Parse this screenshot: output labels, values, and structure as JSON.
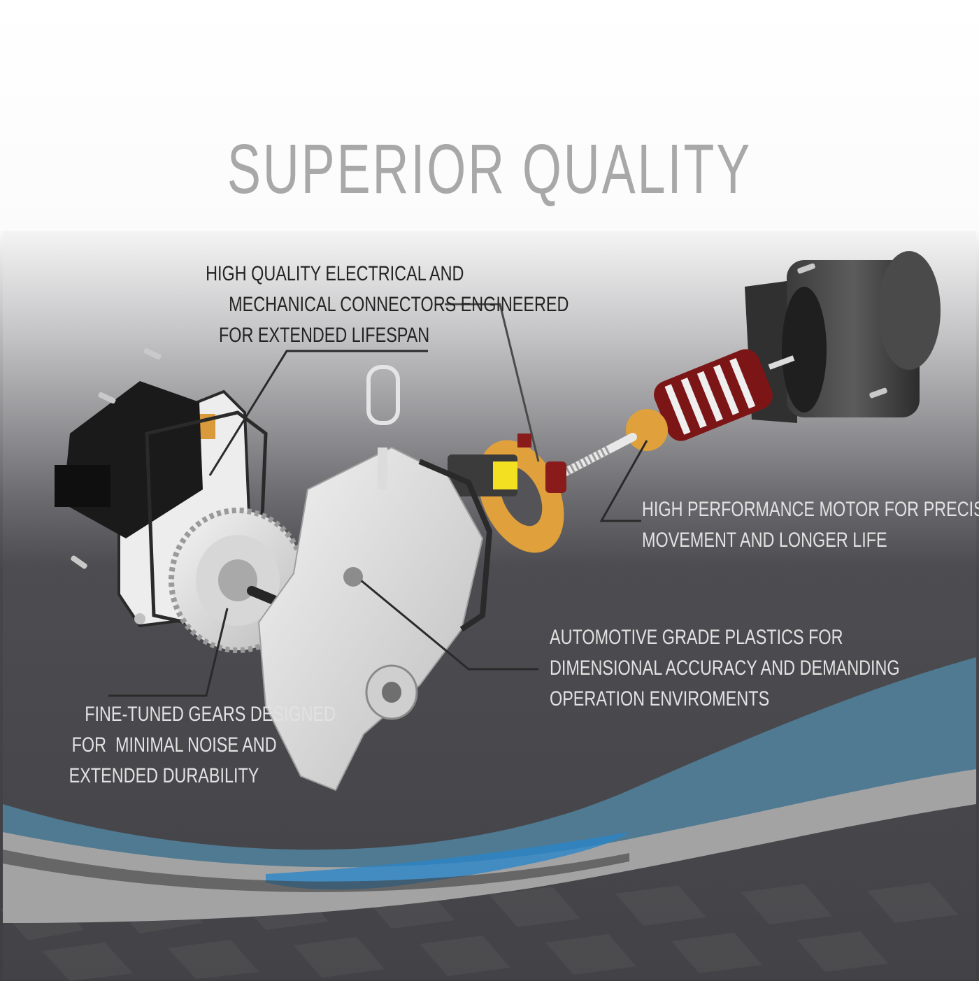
{
  "title": "SUPERIOR QUALITY",
  "callouts": {
    "connectors": [
      "HIGH QUALITY ELECTRICAL AND",
      "MECHANICAL CONNECTORS ENGINEERED",
      "FOR EXTENDED LIFESPAN"
    ],
    "motor": [
      "HIGH PERFORMANCE MOTOR FOR PRECISE",
      "MOVEMENT AND LONGER LIFE"
    ],
    "plastics": [
      "AUTOMOTIVE GRADE PLASTICS FOR",
      "DIMENSIONAL ACCURACY AND DEMANDING",
      "OPERATION ENVIROMENTS"
    ],
    "gears": [
      "FINE-TUNED GEARS DESIGNED",
      "FOR  MINIMAL NOISE AND",
      "EXTENDED DURABILITY"
    ]
  },
  "colors": {
    "title": "#a8a8a8",
    "dark_text": "#232323",
    "light_text": "#e2e2e2",
    "wave_blue": "#4f7a92",
    "wave_grey": "#a3a3a3",
    "accent_blue": "#2a86c8",
    "gear_orange": "#e0a13c",
    "armature_red": "#7c1616"
  }
}
